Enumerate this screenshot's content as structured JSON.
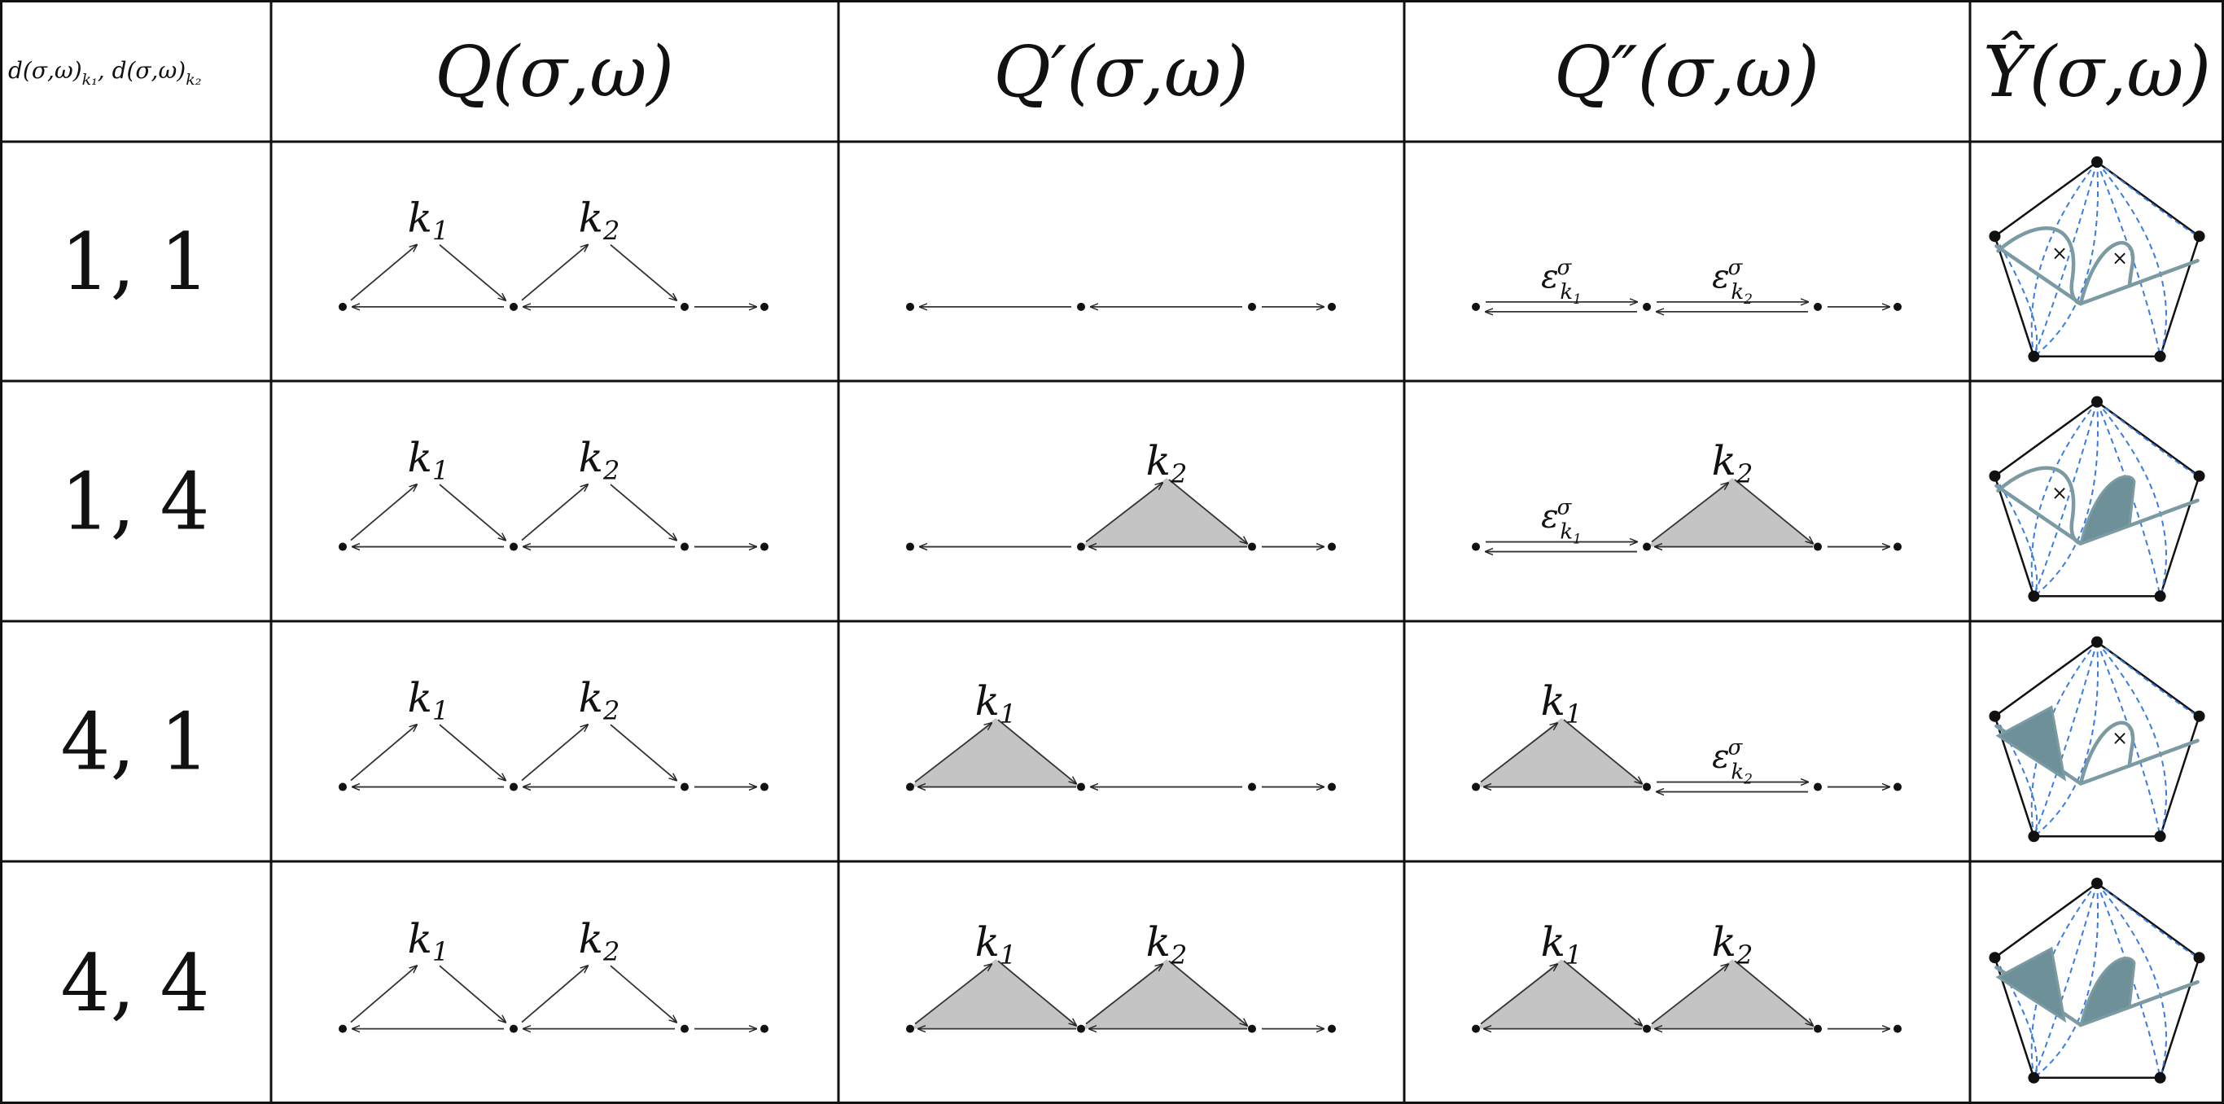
{
  "header": {
    "col0": "d(σ,ω)_{k₁}, d(σ,ω)_{k₂}",
    "col0_base": "d(σ,ω)",
    "col0_sub1": "k₁",
    "col0_sub2": "k₂",
    "col0_sep": ",",
    "col1": "Q(σ,ω)",
    "col2": "Q′(σ,ω)",
    "col3": "Q″(σ,ω)",
    "col4": "Ŷ(σ,ω)"
  },
  "rows": [
    {
      "label": "1, 1",
      "q_prime_shaded": [],
      "q_dprime_shaded": [],
      "eps_labels": [
        "ε^σ_{k₁}",
        "ε^σ_{k₂}"
      ],
      "y_hat_filled": []
    },
    {
      "label": "1, 4",
      "q_prime_shaded": [
        "k₂"
      ],
      "q_dprime_shaded": [
        "k₂"
      ],
      "eps_labels": [
        "ε^σ_{k₁}"
      ],
      "y_hat_filled": [
        "right"
      ]
    },
    {
      "label": "4, 1",
      "q_prime_shaded": [
        "k₁"
      ],
      "q_dprime_shaded": [
        "k₁"
      ],
      "eps_labels": [
        "ε^σ_{k₂}"
      ],
      "y_hat_filled": [
        "left"
      ]
    },
    {
      "label": "4, 4",
      "q_prime_shaded": [
        "k₁",
        "k₂"
      ],
      "q_dprime_shaded": [
        "k₁",
        "k₂"
      ],
      "eps_labels": [],
      "y_hat_filled": [
        "left",
        "right"
      ]
    }
  ],
  "vertex_labels": {
    "k1": "k",
    "k1_sub": "1",
    "k2": "k",
    "k2_sub": "2"
  },
  "eps": {
    "symbol": "ε",
    "sup": "σ",
    "sub_k": "k",
    "sub1": "1",
    "sub2": "2"
  },
  "colors": {
    "shade": "#c4c4c4",
    "teal": "#7b9aa2",
    "teal_fill": "#6e9199",
    "dashed_blue": "#3b7ddd",
    "grid": "#111111"
  }
}
